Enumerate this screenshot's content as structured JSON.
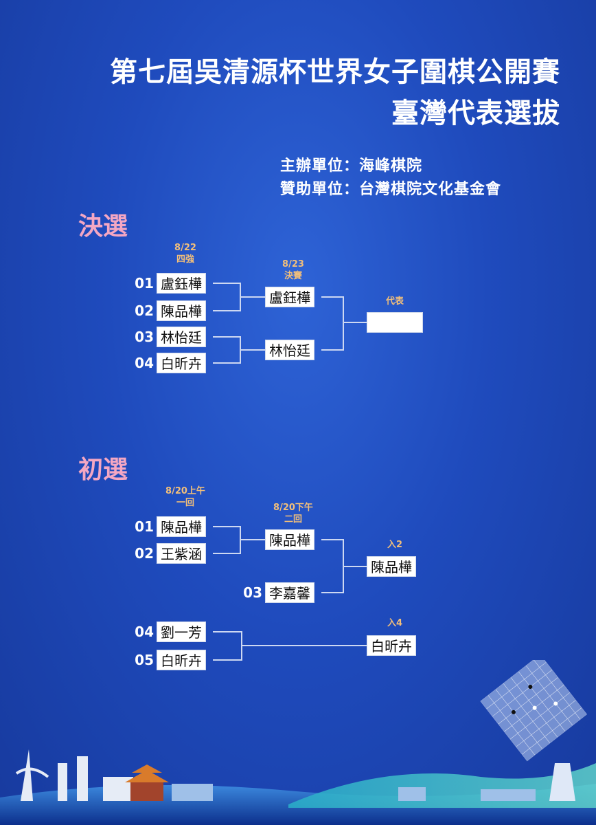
{
  "header": {
    "title_line1": "第七屆吳清源杯世界女子圍棋公開賽",
    "title_line2": "臺灣代表選拔",
    "organizer": "主辦單位：海峰棋院",
    "sponsor": "贊助單位：台灣棋院文化基金會"
  },
  "finals": {
    "label": "決選",
    "round1_label": "8/22\n四強",
    "round2_label": "8/23\n決賽",
    "winner_label": "代表",
    "winner_name": "",
    "players": [
      {
        "seed": "01",
        "name": "盧鈺樺"
      },
      {
        "seed": "02",
        "name": "陳品樺"
      },
      {
        "seed": "03",
        "name": "林怡廷"
      },
      {
        "seed": "04",
        "name": "白昕卉"
      }
    ],
    "semi_winners": [
      "盧鈺樺",
      "林怡廷"
    ]
  },
  "prelims": {
    "label": "初選",
    "round1_label": "8/20上午\n一回",
    "round2_label": "8/20下午\n二回",
    "players_a": [
      {
        "seed": "01",
        "name": "陳品樺"
      },
      {
        "seed": "02",
        "name": "王紫涵"
      }
    ],
    "round2_winner": "陳品樺",
    "bye_player": {
      "seed": "03",
      "name": "李嘉馨"
    },
    "qualify_a_label": "入2",
    "qualify_a_name": "陳品樺",
    "players_b": [
      {
        "seed": "04",
        "name": "劉一芳"
      },
      {
        "seed": "05",
        "name": "白昕卉"
      }
    ],
    "qualify_b_label": "入4",
    "qualify_b_name": "白昕卉"
  }
}
